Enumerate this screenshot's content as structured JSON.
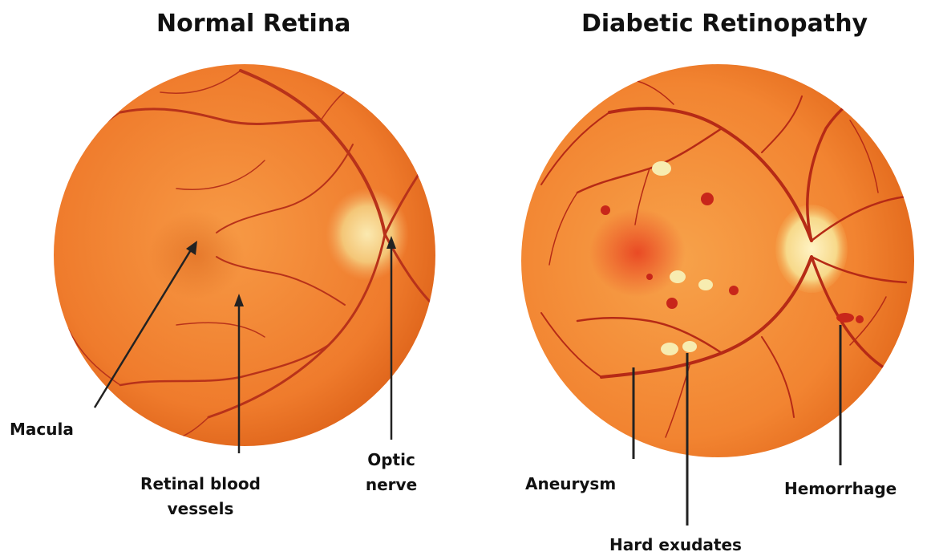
{
  "panels": {
    "normal": {
      "title": "Normal Retina",
      "labels": {
        "macula": "Macula",
        "vessels_line1": "Retinal blood",
        "vessels_line2": "vessels",
        "optic_line1": "Optic",
        "optic_line2": "nerve"
      }
    },
    "diabetic": {
      "title": "Diabetic Retinopathy",
      "labels": {
        "aneurysm": "Aneurysm",
        "hard_exudates": "Hard exudates",
        "hemorrhage": "Hemorrhage"
      }
    }
  },
  "colors": {
    "retina_center": "#f79a45",
    "retina_edge": "#e4681c",
    "vessel": "#b8321a",
    "optic_disc": "#f6e4a0",
    "exudate": "#f7ecb0",
    "hemorrhage": "#c8261a"
  }
}
